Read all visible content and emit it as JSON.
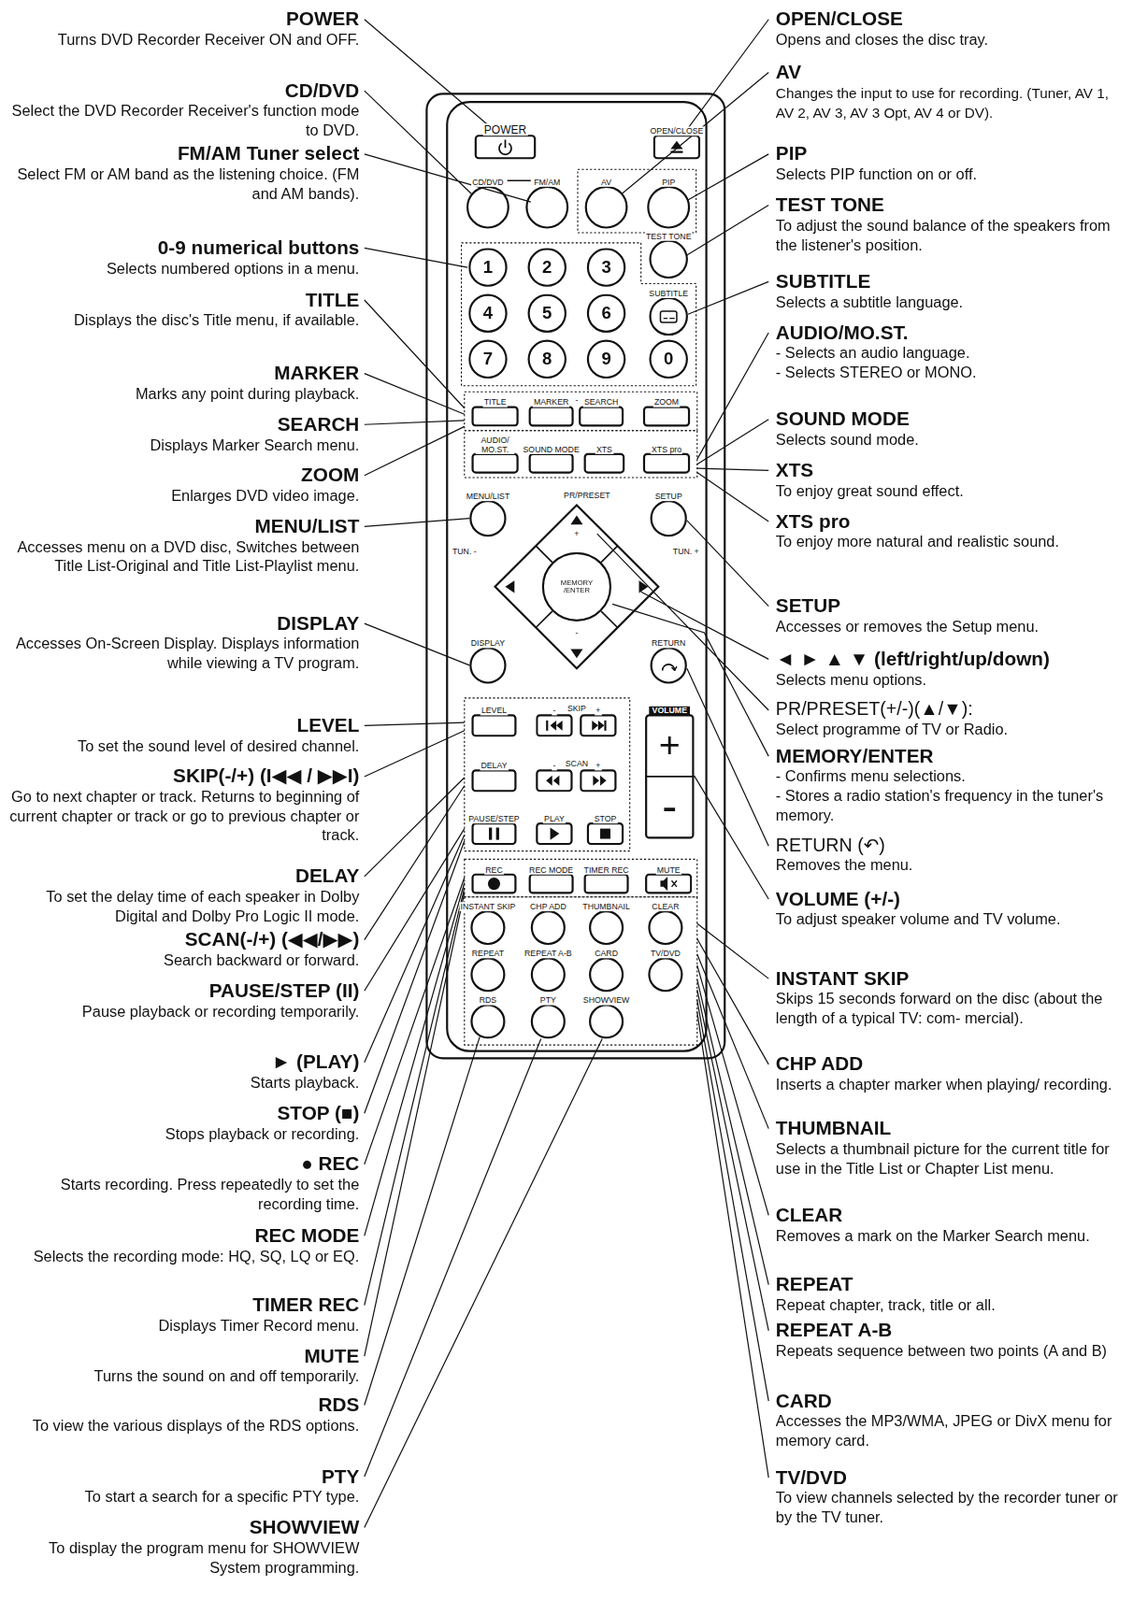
{
  "diagram": {
    "nodes": [
      {
        "text": [
          "POWER"
        ]
      },
      {
        "text": [
          "OPEN/CLOSE"
        ]
      },
      {
        "text": [
          "CD/DVD"
        ]
      },
      {
        "text": [
          "FM/AM"
        ]
      },
      {
        "text": [
          "AV"
        ]
      },
      {
        "text": [
          "PIP"
        ]
      },
      {
        "text": [
          "TEST TONE"
        ]
      },
      {
        "text": [
          "1"
        ]
      },
      {
        "text": [
          "2"
        ]
      },
      {
        "text": [
          "3"
        ]
      },
      {
        "text": [
          "SUBTITLE"
        ]
      },
      {
        "text": [
          "4"
        ]
      },
      {
        "text": [
          "5"
        ]
      },
      {
        "text": [
          "6"
        ]
      },
      {
        "text": [
          "7"
        ]
      },
      {
        "text": [
          "8"
        ]
      },
      {
        "text": [
          "9"
        ]
      },
      {
        "text": [
          "0"
        ]
      },
      {
        "text": [
          "TITLE"
        ]
      },
      {
        "text": [
          "MARKER"
        ]
      },
      {
        "text": [
          "SEARCH"
        ]
      },
      {
        "text": [
          "ZOOM"
        ]
      },
      {
        "text": [
          "AUDIO/ MO.ST."
        ]
      },
      {
        "text": [
          "SOUND MODE"
        ]
      },
      {
        "text": [
          "XTS"
        ]
      },
      {
        "text": [
          "XTS pro"
        ]
      },
      {
        "text": [
          "MENU/LIST"
        ]
      },
      {
        "text": [
          "SETUP"
        ]
      },
      {
        "text": [
          "MEMORY /ENTER"
        ]
      },
      {
        "text": [
          "DISPLAY"
        ]
      },
      {
        "text": [
          "RETURN"
        ]
      },
      {
        "text": [
          "LEVEL"
        ]
      },
      {
        "text": [
          "-"
        ]
      },
      {
        "text": [
          "+"
        ]
      },
      {
        "text": [
          "VOLUME",
          "+",
          "-"
        ]
      },
      {
        "text": [
          "DELAY"
        ]
      },
      {
        "text": [
          "-"
        ]
      },
      {
        "text": [
          "+"
        ]
      },
      {
        "text": [
          "PAUSE/STEP"
        ]
      },
      {
        "text": [
          "PLAY"
        ]
      },
      {
        "text": [
          "STOP"
        ]
      },
      {
        "text": [
          "REC"
        ]
      },
      {
        "text": [
          "REC MODE"
        ]
      },
      {
        "text": [
          "TIMER REC"
        ]
      },
      {
        "text": [
          "MUTE"
        ]
      },
      {
        "text": [
          "INSTANT SKIP"
        ]
      },
      {
        "text": [
          "CHP ADD"
        ]
      },
      {
        "text": [
          "THUMBNAIL"
        ]
      },
      {
        "text": [
          "CLEAR"
        ]
      },
      {
        "text": [
          "REPEAT"
        ]
      },
      {
        "text": [
          "REPEAT A-B"
        ]
      },
      {
        "text": [
          "CARD"
        ]
      },
      {
        "text": [
          "TV/DVD"
        ]
      },
      {
        "text": [
          "RDS"
        ]
      },
      {
        "text": [
          "PTY"
        ]
      },
      {
        "text": [
          "SHOWVIEW"
        ]
      }
    ],
    "labels": [
      "POWER",
      "Turns DVD Recorder Receiver ON and OFF.",
      "CD/DVD",
      "Select the DVD Recorder Receiver's function mode to DVD.",
      "FM/AM Tuner select",
      "Select FM or AM band as the listening choice. (FM and AM bands).",
      "0-9 numerical buttons",
      "Selects numbered options in a menu.",
      "TITLE",
      "Displays the disc's Title menu, if available.",
      "MARKER",
      "Marks any point during playback.",
      "SEARCH",
      "Displays Marker Search menu.",
      "ZOOM",
      "Enlarges DVD video image.",
      "MENU/LIST",
      "Accesses menu on a DVD disc, Switches between Title List-Original and Title List-Playlist menu.",
      "DISPLAY",
      "Accesses On-Screen Display. Displays information while viewing a TV program.",
      "LEVEL",
      "To set the sound level of desired channel.",
      "SKIP(-/+) (I◀◀ / ▶▶I)",
      "Go to next chapter or track. Returns to beginning of current chapter or track or go to previous chapter or track.",
      "DELAY",
      "To set the delay time of each speaker in Dolby Digital and Dolby Pro Logic II mode.",
      "SCAN(-/+) (◀◀/▶▶)",
      "Search backward or forward.",
      "PAUSE/STEP (II)",
      "Pause playback or recording temporarily.",
      "► (PLAY)",
      "Starts playback.",
      "STOP (■)",
      "Stops playback or recording.",
      "● REC",
      "Starts recording. Press repeatedly to set the recording time.",
      "REC MODE",
      "Selects the recording mode: HQ, SQ, LQ or EQ.",
      "TIMER REC",
      "Displays Timer Record menu.",
      "MUTE",
      "Turns the sound on and off temporarily.",
      "RDS",
      "To view the various displays of the RDS options.",
      "PTY",
      "To start a search for a specific PTY type.",
      "SHOWVIEW",
      "To display the program menu for SHOWVIEW System programming.",
      "OPEN/CLOSE",
      "Opens and closes the disc tray.",
      "AV",
      "Changes the input to use for recording. (Tuner, AV 1, AV 2, AV 3, AV 3 Opt, AV 4 or DV).",
      "PIP",
      "Selects PIP function on or off.",
      "TEST TONE",
      "To adjust the sound balance of the speakers from the listener's position.",
      "SUBTITLE",
      "Selects a subtitle language.",
      "AUDIO/MO.ST.",
      "- Selects an audio language.",
      "- Selects STEREO or MONO.",
      "SOUND MODE",
      "Selects sound mode.",
      "XTS",
      "To enjoy great sound effect.",
      "XTS pro",
      "To enjoy more natural and realistic sound.",
      "SETUP",
      "Accesses or removes the Setup menu.",
      "◄ ► ▲ ▼ (left/right/up/down)",
      "Selects menu options.",
      "PR/PRESET(+/-)(▲/▼):",
      "Select programme of TV or Radio.",
      "MEMORY/ENTER",
      "- Confirms menu selections.",
      "- Stores a radio station's frequency in the tuner's memory.",
      "RETURN (↶)",
      "Removes the menu.",
      "VOLUME (+/-)",
      "To adjust speaker volume and TV volume.",
      "INSTANT SKIP",
      "Skips 15 seconds forward on the disc (about the length of a typical TV: com- mercial).",
      "CHP ADD",
      "Inserts a chapter marker when playing/ recording.",
      "THUMBNAIL",
      "Selects a thumbnail picture for the current title for use in the Title List or Chapter List menu.",
      "CLEAR",
      "Removes a mark on the Marker Search menu.",
      "REPEAT",
      "Repeat chapter, track, title or all.",
      "REPEAT A-B",
      "Repeats sequence between two points (A and B)",
      "CARD",
      "Accesses the MP3/WMA, JPEG or DivX menu for memory card.",
      "TV/DVD",
      "To view channels selected by the recorder tuner or by the TV tuner.",
      "-",
      "PR/PRESET",
      "+",
      "-",
      "TUN. -",
      "TUN. +",
      "SKIP",
      "SCAN"
    ]
  }
}
